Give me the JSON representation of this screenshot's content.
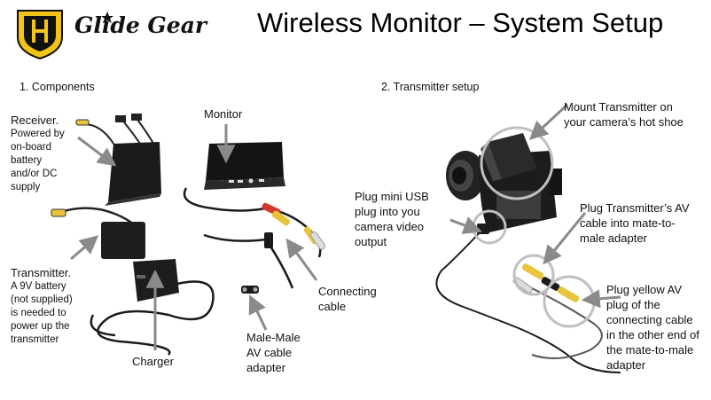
{
  "header": {
    "logo_text": "Glide Gear",
    "title": "Wireless Monitor – System Setup"
  },
  "sections": {
    "components_heading": "1. Components",
    "transmitter_heading": "2. Transmitter setup"
  },
  "components": {
    "receiver_title": "Receiver.",
    "receiver_desc": [
      "Powered by",
      "on-board",
      "battery",
      "and/or DC",
      "supply"
    ],
    "monitor": "Monitor",
    "transmitter_title": "Transmitter.",
    "transmitter_desc": [
      "A 9V battery",
      "(not supplied)",
      "is needed to",
      "power up the",
      "transmitter"
    ],
    "charger": "Charger",
    "connecting_cable": [
      "Connecting",
      "cable"
    ],
    "adapter": [
      "Male-Male",
      "AV cable",
      "adapter"
    ]
  },
  "setup": {
    "mount": [
      "Mount Transmitter on",
      "your camera’s hot shoe"
    ],
    "plug_usb": [
      "Plug mini USB",
      "plug into you",
      "camera video",
      "output"
    ],
    "plug_av": [
      "Plug Transmitter’s  AV",
      "cable into mate-to-",
      "male adapter"
    ],
    "plug_yellow": [
      "Plug yellow AV",
      "plug of the",
      "connecting cable",
      "in the other end of",
      "the mate-to-male",
      "adapter"
    ]
  },
  "colors": {
    "logo_yellow": "#f2c318",
    "logo_black": "#111111",
    "cable_yellow": "#e7c43a",
    "arrow_gray": "#8a8a8a"
  }
}
